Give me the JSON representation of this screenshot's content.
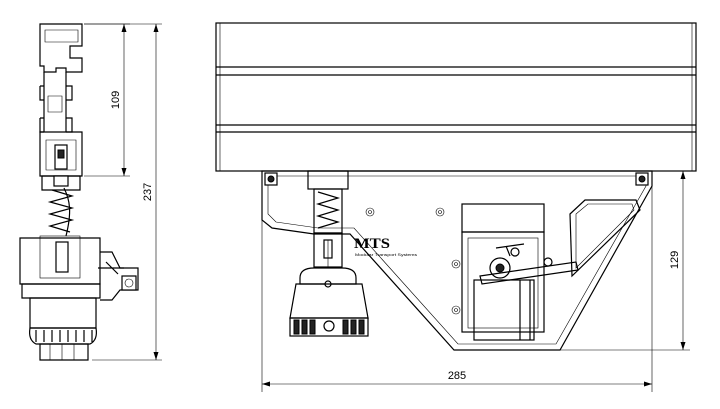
{
  "dimensions": {
    "side_upper_height": "109",
    "side_total_height": "237",
    "front_lower_height": "129",
    "front_width": "285"
  },
  "logo": {
    "brand": "MTS",
    "tagline": "Modular Transport Systems"
  }
}
